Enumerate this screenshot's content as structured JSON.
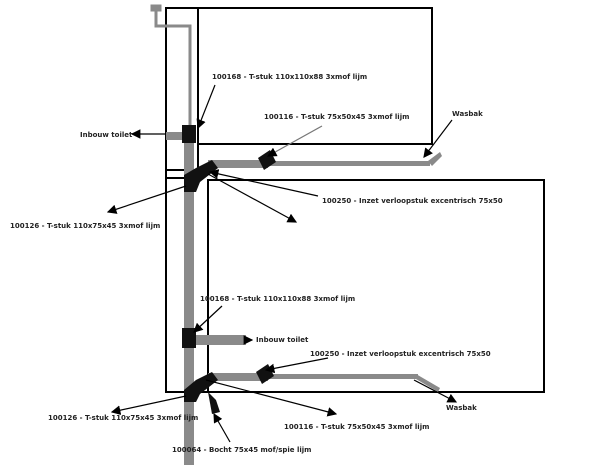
{
  "colors": {
    "line": "#000000",
    "pipe": "#8a8a8a",
    "fitting": "#111111"
  },
  "labels": {
    "t_stuk_110_top": "100168 - T-stuk 110x110x88 3xmof lijm",
    "inbouw_toilet_top": "Inbouw toilet",
    "t_stuk_75_top": "100116 - T-stuk 75x50x45 3xmof lijm",
    "wasbak_top": "Wasbak",
    "inzet_top": "100250 - Inzet verloopstuk excentrisch 75x50",
    "t_stuk_110x75_top": "100126 - T-stuk 110x75x45 3xmof lijm",
    "t_stuk_110_bottom": "100168 - T-stuk 110x110x88 3xmof lijm",
    "inbouw_toilet_bottom": "Inbouw toilet",
    "inzet_bottom": "100250 - Inzet verloopstuk excentrisch 75x50",
    "wasbak_bottom": "Wasbak",
    "t_stuk_110x75_bottom": "100126 - T-stuk 110x75x45 3xmof lijm",
    "t_stuk_75_bottom": "100116 - T-stuk 75x50x45 3xmof lijm",
    "bocht": "100064 - Bocht 75x45 mof/spie lijm"
  }
}
